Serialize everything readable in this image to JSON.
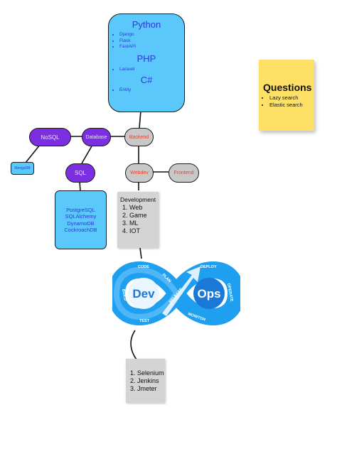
{
  "python_box": {
    "python_title": "Python",
    "python_items": [
      "Django",
      "Flask",
      "FastAPI"
    ],
    "php_title": "PHP",
    "php_items": [
      "Laravel"
    ],
    "csharp_title": "C#",
    "csharp_items": [
      "Entity"
    ]
  },
  "nodes": {
    "nosql": "NoSQL",
    "database": "Database",
    "backend": "Backend",
    "mongodb": "MongoDB",
    "sql": "SQL",
    "webdev": "Webdev",
    "frontend": "Frontend"
  },
  "sql_box": {
    "items": [
      "PostgreSQL",
      "SQLAlchemy",
      "DynamoDB",
      "CockroachDB"
    ]
  },
  "development": {
    "title": "Development",
    "items": [
      "Web",
      "Game",
      "ML",
      "IOT"
    ]
  },
  "questions": {
    "title": "Questions",
    "items": [
      "Lazy search",
      "Elastic search"
    ]
  },
  "devops": {
    "dev_label": "Dev",
    "ops_label": "Ops",
    "stages": [
      "CODE",
      "PLAN",
      "BUILD",
      "TEST",
      "RELEASE",
      "DEPLOY",
      "OPERATE",
      "MONITOR"
    ]
  },
  "tools": {
    "items": [
      "Selenium",
      "Jenkins",
      "Jmeter"
    ]
  },
  "colors": {
    "blue": "#5ac8fa",
    "purple": "#7b2fe0",
    "grey": "#c8c8c8",
    "sticky": "#ffe066",
    "label_red": "#e8412c"
  }
}
